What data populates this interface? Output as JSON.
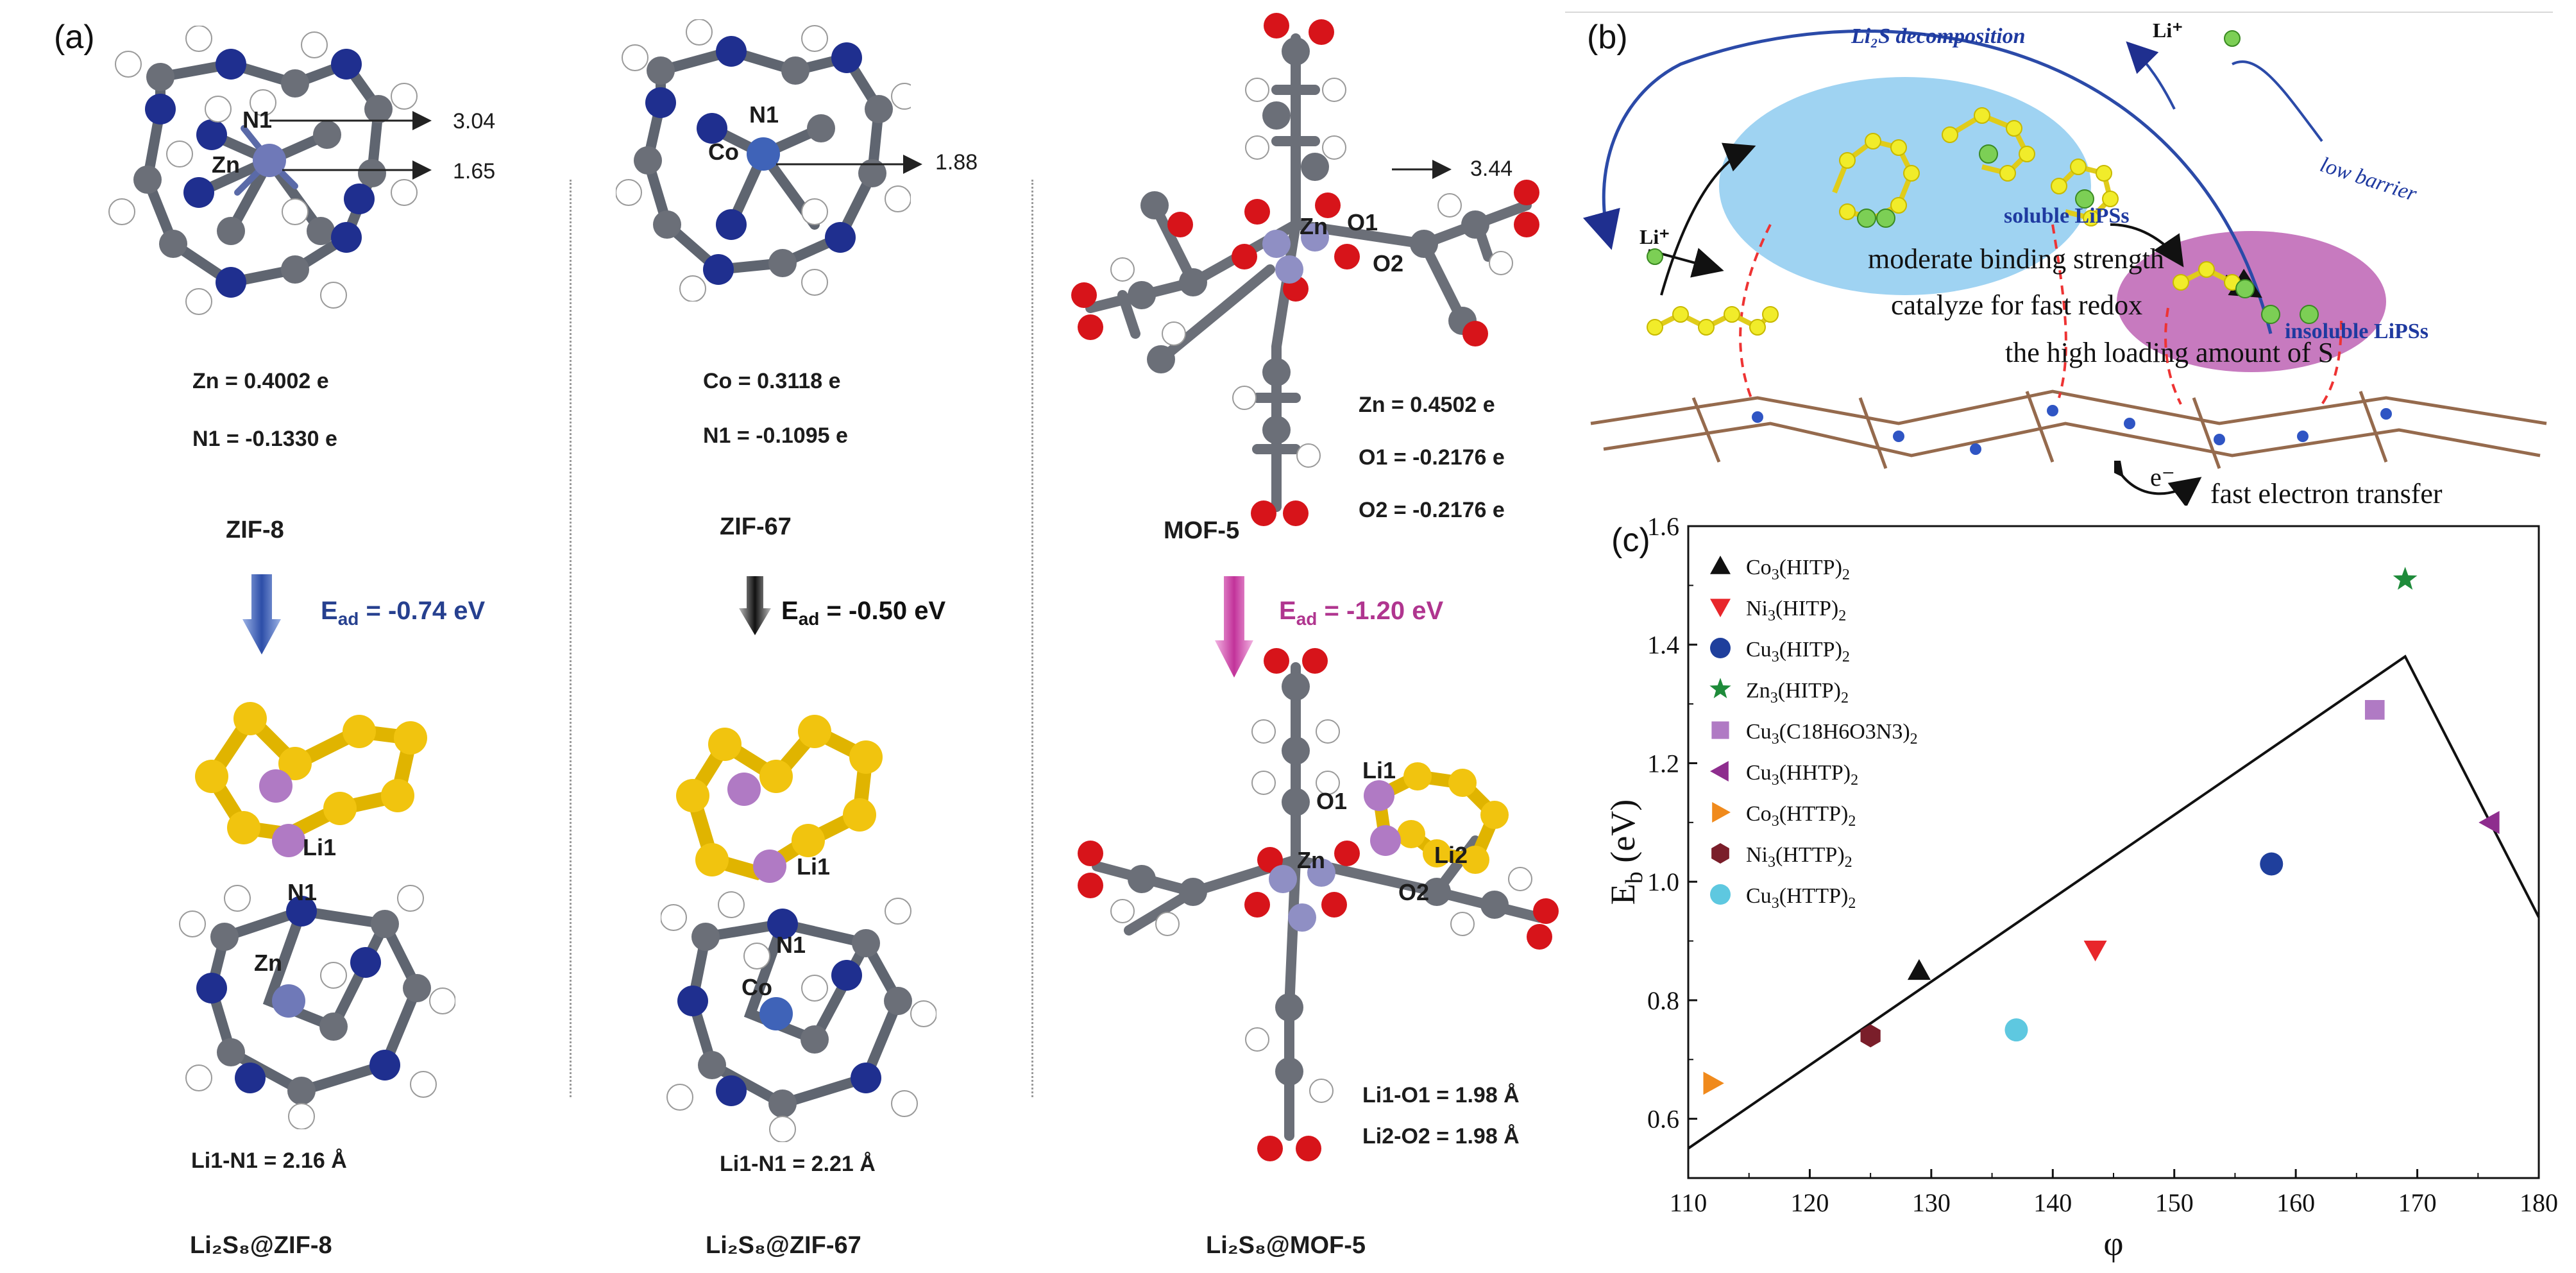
{
  "panel_labels": {
    "a": "(a)",
    "b": "(b)",
    "c": "(c)"
  },
  "panel_a": {
    "zif8": {
      "n1": "N1",
      "zn": "Zn",
      "dist1": "3.04",
      "dist2": "1.65",
      "charge_metal": "Zn = 0.4002 e",
      "charge_n1": "N1 = -0.1330 e",
      "name": "ZIF-8",
      "ead_prefix": "E",
      "ead_sub": "ad",
      "ead_value": " = -0.74 eV",
      "li1": "Li1",
      "n1_b": "N1",
      "zn_b": "Zn",
      "bond": "Li1-N1 = 2.16 Å",
      "product": "Li₂S₈@ZIF-8"
    },
    "zif67": {
      "n1": "N1",
      "co": "Co",
      "dist1": "1.88",
      "charge_metal": "Co = 0.3118 e",
      "charge_n1": "N1 = -0.1095 e",
      "name": "ZIF-67",
      "ead_prefix": "E",
      "ead_sub": "ad",
      "ead_value": " = -0.50 eV",
      "li1": "Li1",
      "n1_b": "N1",
      "co_b": "Co",
      "bond": "Li1-N1 = 2.21 Å",
      "product": "Li₂S₈@ZIF-67"
    },
    "mof5": {
      "o1": "O1",
      "o2": "O2",
      "zn": "Zn",
      "dist1": "3.44",
      "charge_zn": "Zn = 0.4502 e",
      "charge_o1": "O1 = -0.2176 e",
      "charge_o2": "O2 = -0.2176 e",
      "name": "MOF-5",
      "ead_prefix": "E",
      "ead_sub": "ad",
      "ead_value": " = -1.20 eV",
      "li1": "Li1",
      "li2": "Li2",
      "o1_b": "O1",
      "o2_b": "O2",
      "zn_b": "Zn",
      "bond1": "Li1-O1 = 1.98 Å",
      "bond2": "Li2-O2 = 1.98 Å",
      "product": "Li₂S₈@MOF-5"
    }
  },
  "panel_b": {
    "li2s_decomp": "Li₂S decomposition",
    "li_plus_top": "Li⁺",
    "li_plus_left": "Li⁺",
    "low_barrier": "low barrier",
    "soluble": "soluble LiPSs",
    "insoluble": "insoluble LiPSs",
    "line1": "moderate binding strength",
    "line2": "catalyze for fast redox",
    "line3": "the high loading amount of S",
    "electron": "e⁻",
    "electron_text": "fast electron transfer"
  },
  "chart_data": {
    "type": "scatter",
    "title": "",
    "xlabel": "φ",
    "ylabel": "E_b (eV)",
    "xlim": [
      110,
      180
    ],
    "ylim": [
      0.5,
      1.6
    ],
    "xticks": [
      110,
      120,
      130,
      140,
      150,
      160,
      170,
      180
    ],
    "yticks": [
      0.6,
      0.8,
      1.0,
      1.2,
      1.4,
      1.6
    ],
    "legend_position": "top-left",
    "grid": false,
    "series": [
      {
        "name": "Co3(HITP)2",
        "label_main": "Co",
        "label_sub1": "3",
        "label_mid": "(HITP)",
        "label_sub2": "2",
        "marker": "triangle-up",
        "color": "#111111",
        "x": 129,
        "y": 0.85
      },
      {
        "name": "Ni3(HITP)2",
        "label_main": "Ni",
        "label_sub1": "3",
        "label_mid": "(HITP)",
        "label_sub2": "2",
        "marker": "triangle-down",
        "color": "#e8262b",
        "x": 143.5,
        "y": 0.885
      },
      {
        "name": "Cu3(HITP)2",
        "label_main": "Cu",
        "label_sub1": "3",
        "label_mid": "(HITP)",
        "label_sub2": "2",
        "marker": "circle",
        "color": "#1f3f9c",
        "x": 158,
        "y": 1.03
      },
      {
        "name": "Zn3(HITP)2",
        "label_main": "Zn",
        "label_sub1": "3",
        "label_mid": "(HITP)",
        "label_sub2": "2",
        "marker": "star",
        "color": "#1e8b3a",
        "x": 169,
        "y": 1.51
      },
      {
        "name": "Cu3(C18H6O3N3)2",
        "label_main": "Cu",
        "label_sub1": "3",
        "label_mid": "(C18H6O3N3)",
        "label_sub2": "2",
        "marker": "square",
        "color": "#b07ac4",
        "x": 166.5,
        "y": 1.29
      },
      {
        "name": "Cu3(HHTP)2",
        "label_main": "Cu",
        "label_sub1": "3",
        "label_mid": "(HHTP)",
        "label_sub2": "2",
        "marker": "triangle-left",
        "color": "#8e2d8e",
        "x": 176,
        "y": 1.1
      },
      {
        "name": "Co3(HTTP)2",
        "label_main": "Co",
        "label_sub1": "3",
        "label_mid": "(HTTP)",
        "label_sub2": "2",
        "marker": "triangle-right",
        "color": "#f08a1c",
        "x": 112,
        "y": 0.66
      },
      {
        "name": "Ni3(HTTP)2",
        "label_main": "Ni",
        "label_sub1": "3",
        "label_mid": "(HTTP)",
        "label_sub2": "2",
        "marker": "hexagon",
        "color": "#7a1e2a",
        "x": 125,
        "y": 0.74
      },
      {
        "name": "Cu3(HTTP)2",
        "label_main": "Cu",
        "label_sub1": "3",
        "label_mid": "(HTTP)",
        "label_sub2": "2",
        "marker": "circle",
        "color": "#5ec8e0",
        "x": 137,
        "y": 0.75
      }
    ],
    "line": {
      "x": [
        110,
        169,
        180
      ],
      "y": [
        0.55,
        1.38,
        0.94
      ]
    }
  }
}
